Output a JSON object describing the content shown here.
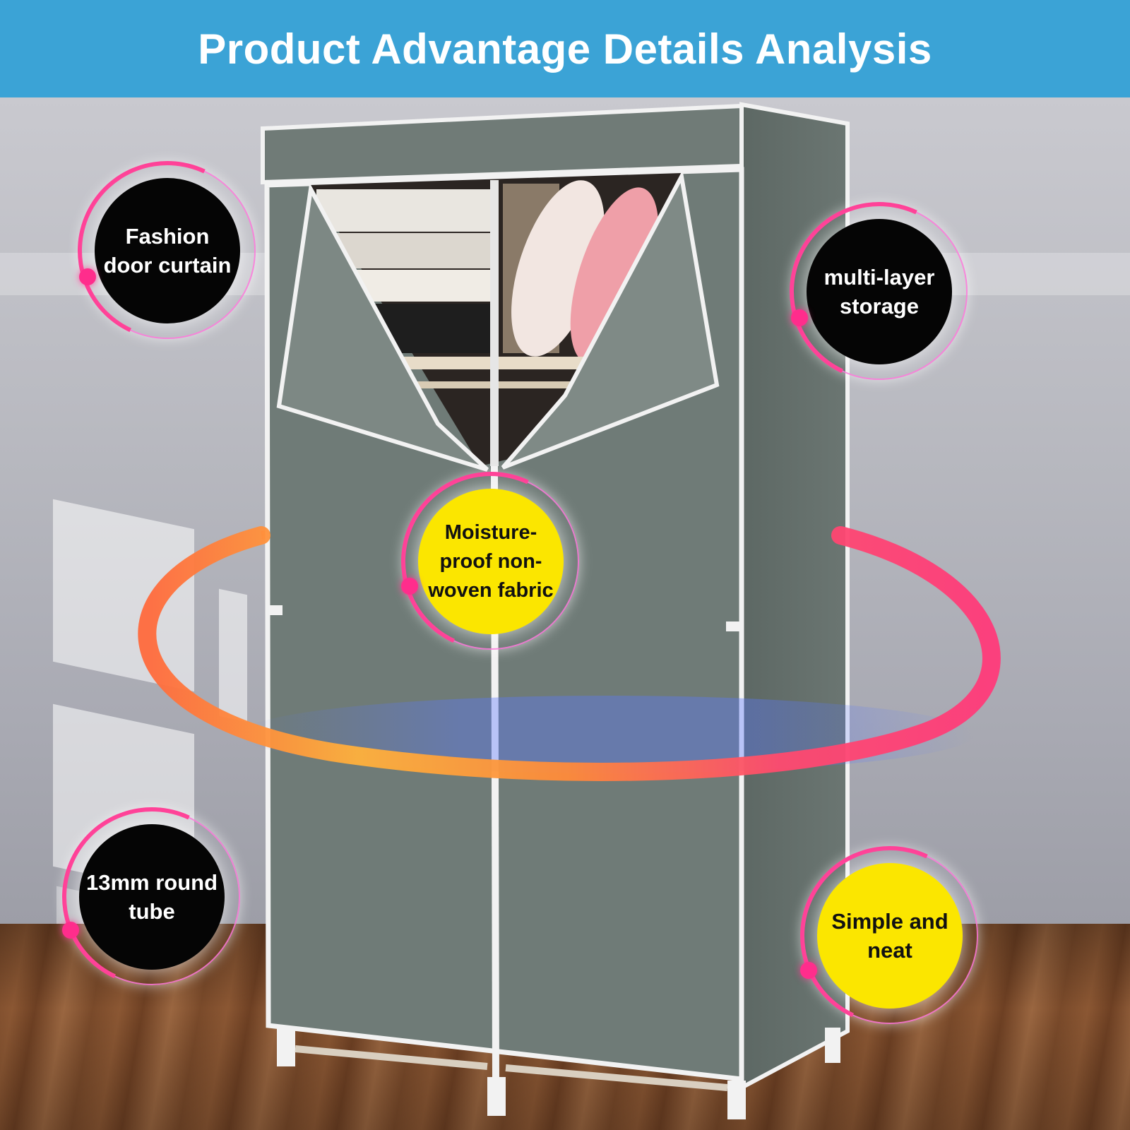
{
  "header": {
    "title": "Product Advantage Details Analysis"
  },
  "colors": {
    "header_bg": "#3ba3d6",
    "cabinet": "#6f7b77",
    "frame": "#f2f2f2",
    "ring_accent": "#ff2d8c",
    "badge_dark": "#050505",
    "badge_bright": "#fbe600"
  },
  "features": [
    {
      "label": "Fashion door curtain",
      "style": "dark"
    },
    {
      "label": "multi-layer storage",
      "style": "dark"
    },
    {
      "label": "Moisture-proof non-woven fabric",
      "style": "bright"
    },
    {
      "label": "13mm round tube",
      "style": "dark"
    },
    {
      "label": "Simple and neat",
      "style": "bright"
    }
  ]
}
